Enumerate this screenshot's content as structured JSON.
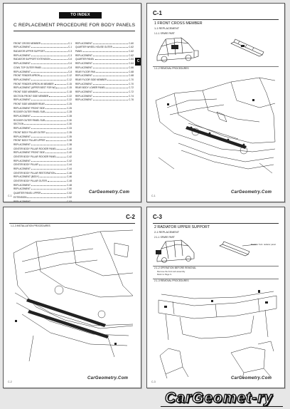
{
  "page1": {
    "index_button": "TO INDEX",
    "title": "C  REPLACEMENT PROCEDURE FOR BODY PANELS",
    "side_tab": "C",
    "toc_left": [
      {
        "t": "FRONT CROSS MEMBER",
        "n": "C-1"
      },
      {
        "t": "REPLACEMENT",
        "n": "C-1"
      },
      {
        "t": "RADIATOR UPPER SUPPORT",
        "n": "C-3"
      },
      {
        "t": "REPLACEMENT",
        "n": "C-3"
      },
      {
        "t": "RADIATOR SUPPORT EXTENSION",
        "n": "C-6"
      },
      {
        "t": "REPLACEMENT",
        "n": "C-6"
      },
      {
        "t": "COWL TOP OUTER PANEL",
        "n": "C-8"
      },
      {
        "t": "REPLACEMENT",
        "n": "C-8"
      },
      {
        "t": "FRONT FENDER APRON",
        "n": "C-12"
      },
      {
        "t": "REPLACEMENT",
        "n": "C-12"
      },
      {
        "t": "FRONT FENDER APRON W/ MEMBER",
        "n": "C-15"
      },
      {
        "t": "REPLACEMENT (UPPER BEST FOR W/)",
        "n": "C-15"
      },
      {
        "t": "FRONT SIDE MEMBER",
        "n": "C-18"
      },
      {
        "t": "SECTION FRONT SIDE MEMBER",
        "n": "C-22"
      },
      {
        "t": "REPLACEMENT",
        "n": "C-22"
      },
      {
        "t": "FRONT SIDE MEMBER REAR",
        "n": "C-25"
      },
      {
        "t": "REPLACEMENT FRONT SIDE",
        "n": "C-25"
      },
      {
        "t": "ROCKER OUTER PANEL SUB",
        "n": "C-28"
      },
      {
        "t": "REPLACEMENT",
        "n": "C-28"
      },
      {
        "t": "ROCKER OUTER PANEL SUB",
        "n": "C-30"
      },
      {
        "t": "SECTION",
        "n": "C-30"
      },
      {
        "t": "REPLACEMENT",
        "n": "C-33"
      },
      {
        "t": "FRONT BODY PILLAR OUTER",
        "n": "C-35"
      },
      {
        "t": "REPLACEMENT",
        "n": "C-35"
      },
      {
        "t": "FRONT BODY PILLAR UPPER",
        "n": "C-38"
      },
      {
        "t": "REPLACEMENT",
        "n": "C-38"
      },
      {
        "t": "CENTER BODY PILLAR ROCKER PANEL",
        "n": "C-40"
      },
      {
        "t": "REPLACEMENT FRONT SIDE",
        "n": "C-40"
      },
      {
        "t": "CENTER BODY PILLAR ROCKER PANEL",
        "n": "C-42"
      },
      {
        "t": "REPLACEMENT",
        "n": "C-42"
      },
      {
        "t": "CENTER BODY PILLAR",
        "n": "C-44"
      },
      {
        "t": "REPLACEMENT",
        "n": "C-44"
      },
      {
        "t": "CENTER BODY PILLAR RESTORATION",
        "n": "C-46"
      },
      {
        "t": "REPLACEMENT (BODY)",
        "n": "C-46"
      },
      {
        "t": "CENTER BODY PILLAR OUTER",
        "n": "C-48"
      },
      {
        "t": "REPLACEMENT",
        "n": "C-48"
      },
      {
        "t": "REPLACEMENT",
        "n": "C-50"
      },
      {
        "t": "QUARTER PANEL UPPER",
        "n": "C-52"
      },
      {
        "t": "EXTENSION",
        "n": "C-52"
      },
      {
        "t": "REPLACEMENT",
        "n": "C-53"
      },
      {
        "t": "QUARTER PANEL LOWER",
        "n": "C-55"
      },
      {
        "t": "EXTENSION",
        "n": "C-55"
      },
      {
        "t": "REPLACEMENT",
        "n": "C-56"
      },
      {
        "t": "REAR SEAT BACK LOCK",
        "n": "C-58"
      },
      {
        "t": "REPLACEMENT",
        "n": "C-58"
      }
    ],
    "toc_right": [
      {
        "t": "REPLACEMENT",
        "n": "C-60"
      },
      {
        "t": "QUARTER WHEEL HOUSE OUTER",
        "n": "C-62"
      },
      {
        "t": "PANEL",
        "n": "C-62"
      },
      {
        "t": "REPLACEMENT",
        "n": "C-62"
      },
      {
        "t": "QUARTER PANEL",
        "n": "C-64"
      },
      {
        "t": "REPLACEMENT",
        "n": "C-64"
      },
      {
        "t": "REPLACEMENT",
        "n": "C-66"
      },
      {
        "t": "REAR FLOOR PAN",
        "n": "C-68"
      },
      {
        "t": "REPLACEMENT",
        "n": "C-68"
      },
      {
        "t": "REAR FLOOR SIDE MEMBER",
        "n": "C-70"
      },
      {
        "t": "REPLACEMENT",
        "n": "C-70"
      },
      {
        "t": "REAR BODY LOWER PANEL",
        "n": "C-72"
      },
      {
        "t": "REPLACEMENT",
        "n": "C-72"
      },
      {
        "t": "REPLACEMENT",
        "n": "C-74"
      },
      {
        "t": "REPLACEMENT",
        "n": "C-76"
      }
    ],
    "watermark": "CarGeometry.Com",
    "page_number": "C-1"
  },
  "page2": {
    "code": "C-1",
    "title": "1  FRONT CROSS MEMBER",
    "sub1": "1-1  REPLACEMENT",
    "sub1a": "1-1-1  SPARE PART",
    "sub2": "1-1-2  REMOVAL PROCEDURES",
    "watermark": "CarGeometry.Com",
    "page_number": "C-1"
  },
  "page3": {
    "code": "C-2",
    "sub": "1-1-3  INSTALLATION PROCEDURES",
    "watermark": "CarGeometry.Com",
    "page_number": "C-2"
  },
  "page4": {
    "code": "C-3",
    "title": "2  RADIATOR UPPER SUPPORT",
    "sub1": "2-1  REPLACEMENT",
    "sub1a": "2-1-1  SPARE PART",
    "sub2": "2-1-2  OPERATION BEFORE REMOVAL",
    "sub2_note": "Remove the front sub assembly\nRefer to Page C-",
    "sub3": "2-1-3  REMOVAL PROCEDURES",
    "callout": "Radiator Sub. radiator panel",
    "watermark": "CarGeometry.Com",
    "page_number": "C-3"
  },
  "footer_logo": "CarGeomet-ry"
}
